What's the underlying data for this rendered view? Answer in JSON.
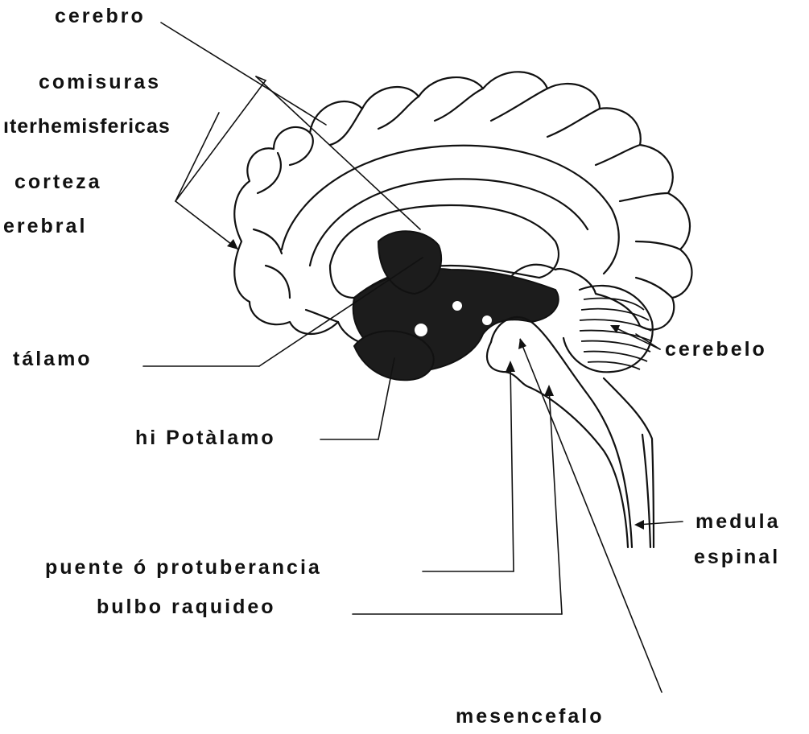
{
  "labels": {
    "cerebro": "cerebro",
    "comisuras": "comisuras",
    "interhemisfericas": "ıterhemisfericas",
    "corteza": "corteza",
    "cerebral": "erebral",
    "talamo": "tálamo",
    "hipotalamo": "hi Potàlamo",
    "cerebelo": "cerebelo",
    "medula": "medula",
    "espinal": "espinal",
    "puente": "puente ó protuberancia",
    "bulbo": "bulbo raquideo",
    "mesencefalo": "mesencefalo"
  },
  "colors": {
    "ink": "#111111",
    "dark_region": "#1c1c1c",
    "paper": "#ffffff"
  }
}
